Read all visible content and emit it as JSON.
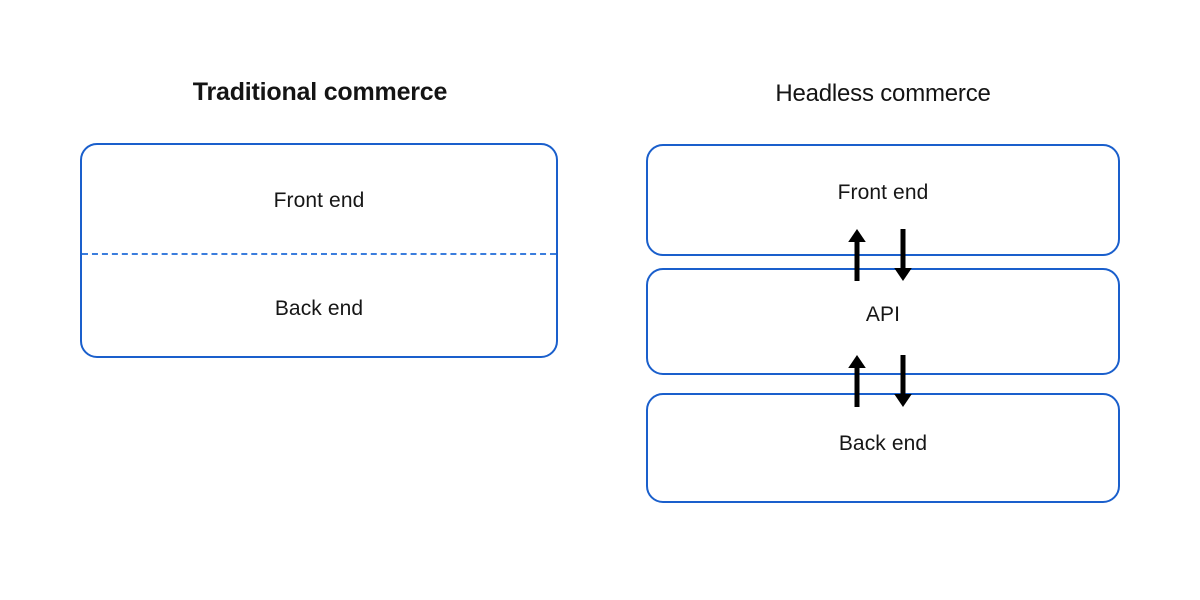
{
  "diagram": {
    "background_color": "#ffffff",
    "box_border_color": "#1a5fcc",
    "divider_color": "#3b7ddd",
    "text_color": "#1a1a1a",
    "arrow_color": "#000000"
  },
  "columns": [
    {
      "id": "traditional",
      "title": "Traditional commerce",
      "title_weight": "bold",
      "layers": [
        {
          "id": "front-end",
          "label": "Front end"
        },
        {
          "id": "back-end",
          "label": "Back end"
        }
      ],
      "divider": {
        "style": "dashed",
        "between": [
          "front-end",
          "back-end"
        ]
      },
      "connectors": []
    },
    {
      "id": "headless",
      "title": "Headless commerce",
      "title_weight": "regular",
      "layers": [
        {
          "id": "front-end",
          "label": "Front end"
        },
        {
          "id": "api",
          "label": "API"
        },
        {
          "id": "back-end",
          "label": "Back end"
        }
      ],
      "divider": null,
      "connectors": [
        {
          "id": "front-api",
          "between": [
            "front-end",
            "api"
          ],
          "directions": [
            "up",
            "down"
          ]
        },
        {
          "id": "api-back",
          "between": [
            "api",
            "back-end"
          ],
          "directions": [
            "up",
            "down"
          ]
        }
      ]
    }
  ]
}
